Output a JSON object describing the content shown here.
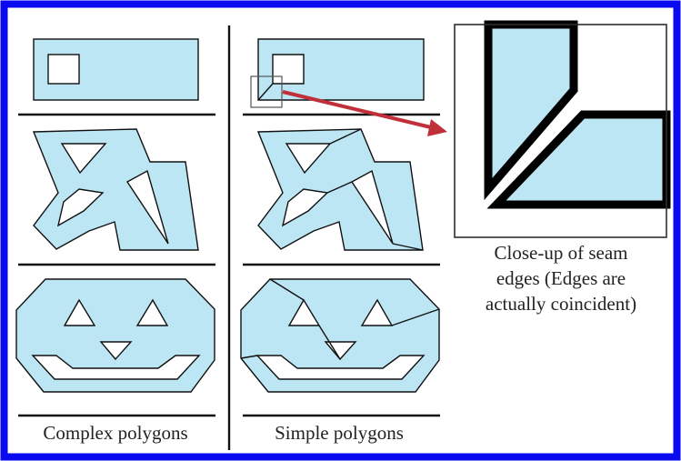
{
  "colors": {
    "frame": "#0a0af0",
    "shape_fill": "#bde6f5",
    "stroke": "#111111",
    "arrow": "#c0303a"
  },
  "labels": {
    "complex": "Complex polygons",
    "simple": "Simple polygons",
    "closeup_line1": "Close-up of seam",
    "closeup_line2": "edges  (Edges are",
    "closeup_line3": "actually coincident)"
  }
}
